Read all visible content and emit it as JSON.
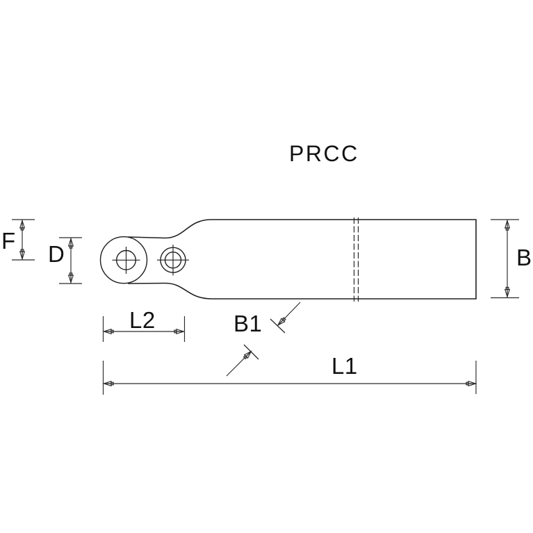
{
  "title": "PRCC",
  "labels": {
    "f": "F",
    "d": "D",
    "b": "B",
    "l2": "L2",
    "b1": "B1",
    "l1": "L1"
  },
  "colors": {
    "line": "#1f1f1f",
    "dimension": "#2a2a2a",
    "background": "#ffffff",
    "text": "#111111"
  }
}
